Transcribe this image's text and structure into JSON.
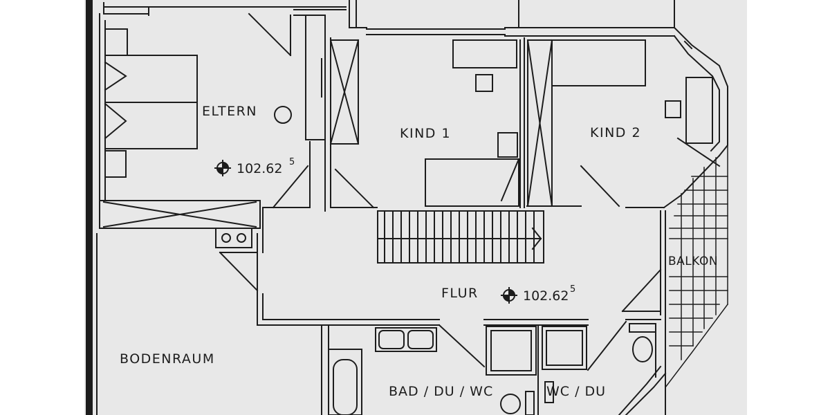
{
  "rooms": {
    "eltern": "ELTERN",
    "kind1": "KIND 1",
    "kind2": "KIND 2",
    "balkon": "BALKON",
    "flur": "FLUR",
    "bodenraum": "BODENRAUM",
    "bad": "BAD / DU / WC",
    "wc": "WC / DU"
  },
  "elevations": {
    "eltern": {
      "value": "102.62",
      "sup": "5"
    },
    "flur": {
      "value": "102.62",
      "sup": "5"
    }
  },
  "colors": {
    "paper": "#e8e8e8",
    "ink": "#1c1c1c",
    "margin": "#ffffff"
  }
}
